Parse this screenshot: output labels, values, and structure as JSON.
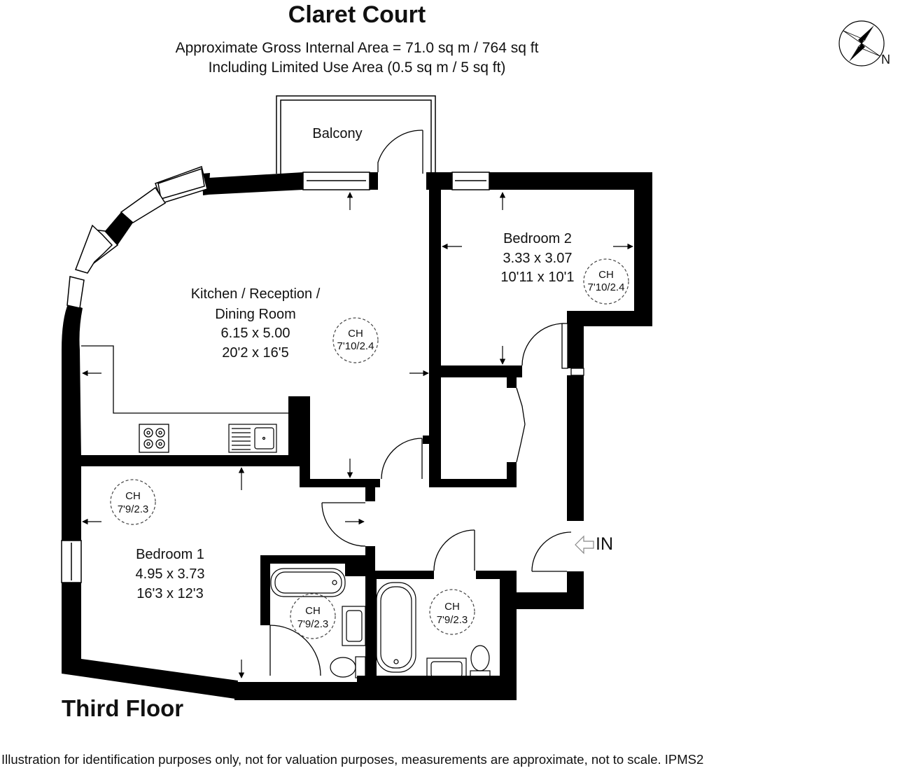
{
  "header": {
    "title": "Claret Court",
    "area_line": "Approximate Gross Internal Area = 71.0 sq m / 764 sq ft",
    "limited_line": "Including Limited Use Area (0.5 sq m / 5 sq ft)"
  },
  "compass": {
    "north_label": "N"
  },
  "rooms": {
    "balcony": {
      "name": "Balcony"
    },
    "kitchen": {
      "name_line1": "Kitchen / Reception /",
      "name_line2": "Dining Room",
      "metric": "6.15 x 5.00",
      "imperial": "20'2 x 16'5",
      "ch_label": "CH",
      "ch_value": "7'10/2.4"
    },
    "bedroom2": {
      "name": "Bedroom 2",
      "metric": "3.33 x 3.07",
      "imperial": "10'11 x 10'1",
      "ch_label": "CH",
      "ch_value": "7'10/2.4"
    },
    "bedroom1": {
      "name": "Bedroom 1",
      "metric": "4.95 x 3.73",
      "imperial": "16'3 x 12'3",
      "ch_label": "CH",
      "ch_value": "7'9/2.3"
    },
    "ensuite": {
      "ch_label": "CH",
      "ch_value": "7'9/2.3"
    },
    "bathroom": {
      "ch_label": "CH",
      "ch_value": "7'9/2.3"
    }
  },
  "entrance": {
    "label": "IN"
  },
  "floor_label": "Third Floor",
  "disclaimer": "Illustration for identification purposes only, not for valuation purposes, measurements are approximate, not to scale. IPMS2"
}
